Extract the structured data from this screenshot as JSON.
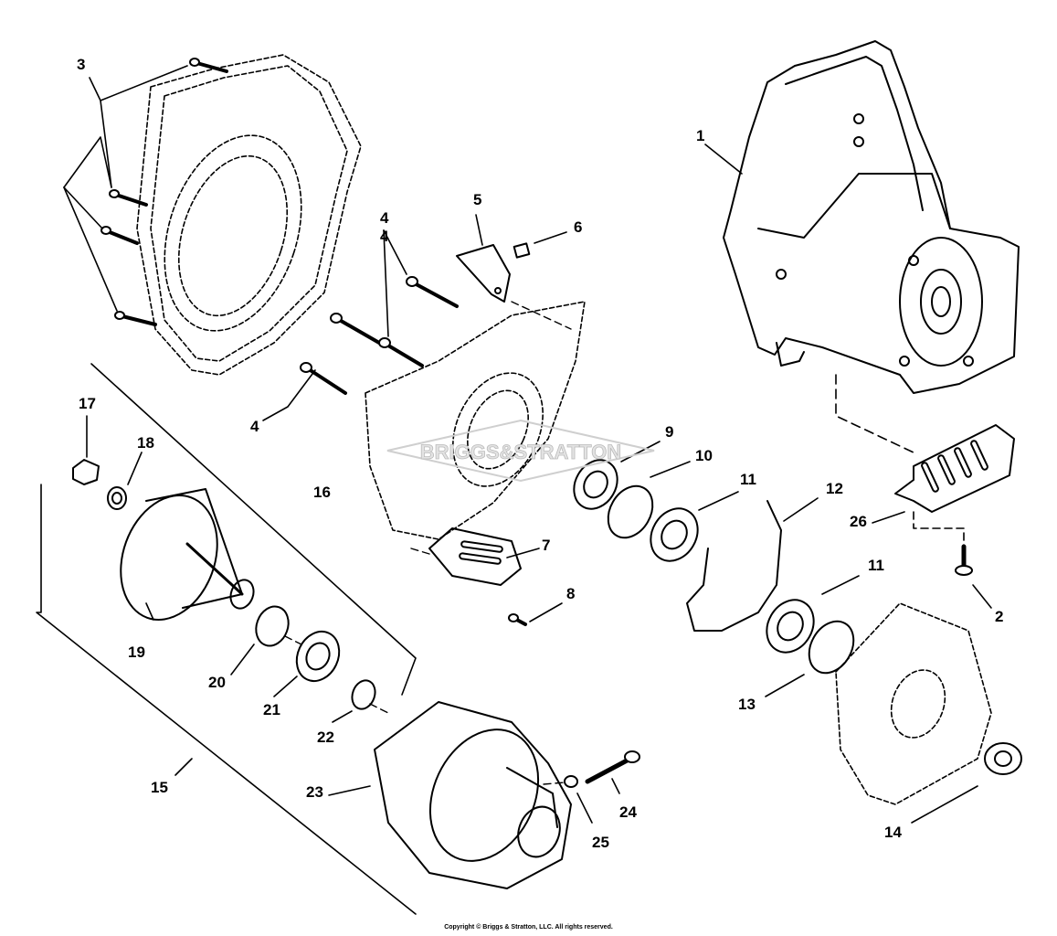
{
  "diagram": {
    "callouts": [
      "1",
      "2",
      "3",
      "4",
      "4",
      "4",
      "5",
      "6",
      "7",
      "8",
      "9",
      "10",
      "11",
      "11",
      "12",
      "13",
      "14",
      "15",
      "16",
      "17",
      "18",
      "19",
      "20",
      "21",
      "22",
      "23",
      "24",
      "25",
      "26"
    ],
    "watermark_text": "BRIGGS&STRATTON",
    "copyright": "Copyright © Briggs & Stratton, LLC. All rights reserved."
  }
}
